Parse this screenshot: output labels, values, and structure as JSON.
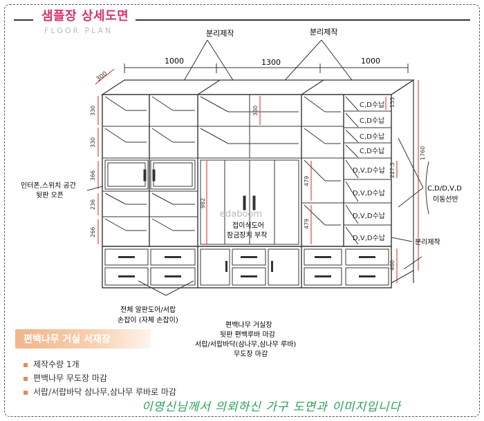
{
  "header": {
    "title": "샘플장 상세도면",
    "subtitle": "FLOOR PLAN"
  },
  "labels": {
    "separate_left": "분리제작",
    "separate_right": "분리제작",
    "separate_bottom": "분리제작",
    "dim_left": "1000",
    "dim_mid": "1300",
    "dim_right": "1000",
    "dim_depth": "300",
    "h_330a": "330",
    "h_330b": "330",
    "h_366": "366",
    "h_236": "236",
    "h_266": "266",
    "h_mid_330": "330",
    "h_mid_982": "982",
    "h_479a": "479",
    "h_479b": "479",
    "h_153": "153",
    "h_227": "227.5",
    "h_1760": "1760",
    "h_460": "460",
    "cd1": "C,D수납",
    "cd2": "C,D수납",
    "cd3": "C,D수납",
    "cd4": "C,D수납",
    "dvd1": "D,V,D수납",
    "dvd2": "D,V,D수납",
    "dvd3": "D,V,D수납",
    "dvd4": "D,V,D수납",
    "intercom_1": "인터폰,스위치 공간",
    "intercom_2": "뒷판 오픈",
    "movable_1": "C,D/D,V,D",
    "movable_2": "이동선반",
    "folding_1": "접이식도어",
    "folding_2": "잠금장치 부착",
    "watermark": "edaboom",
    "door_note_1": "전체 알판도어/서랍",
    "door_note_2": "손잡이 (자체 손잡이)",
    "material_1": "편백나무 거실장",
    "material_2": "뒷판 편백루바 마감",
    "material_3": "서랍/서랍바닥(삼나무,삼나무 루바)",
    "material_4": "무도장 마감"
  },
  "summary": {
    "title": "편백나무 거실 서재장",
    "items": [
      "제작수량  1개",
      "편백나무 무도장 마감",
      "서랍/서랍바닥 삼나무,삼나무 루바로 마감"
    ]
  },
  "footer": "이영신님께서 의뢰하신 가구 도면과 이미지입니다",
  "colors": {
    "title": "#d6336c",
    "dimension_red": "#e02020",
    "summary_tab": "#f1b58a",
    "footer": "#2aa15a"
  }
}
